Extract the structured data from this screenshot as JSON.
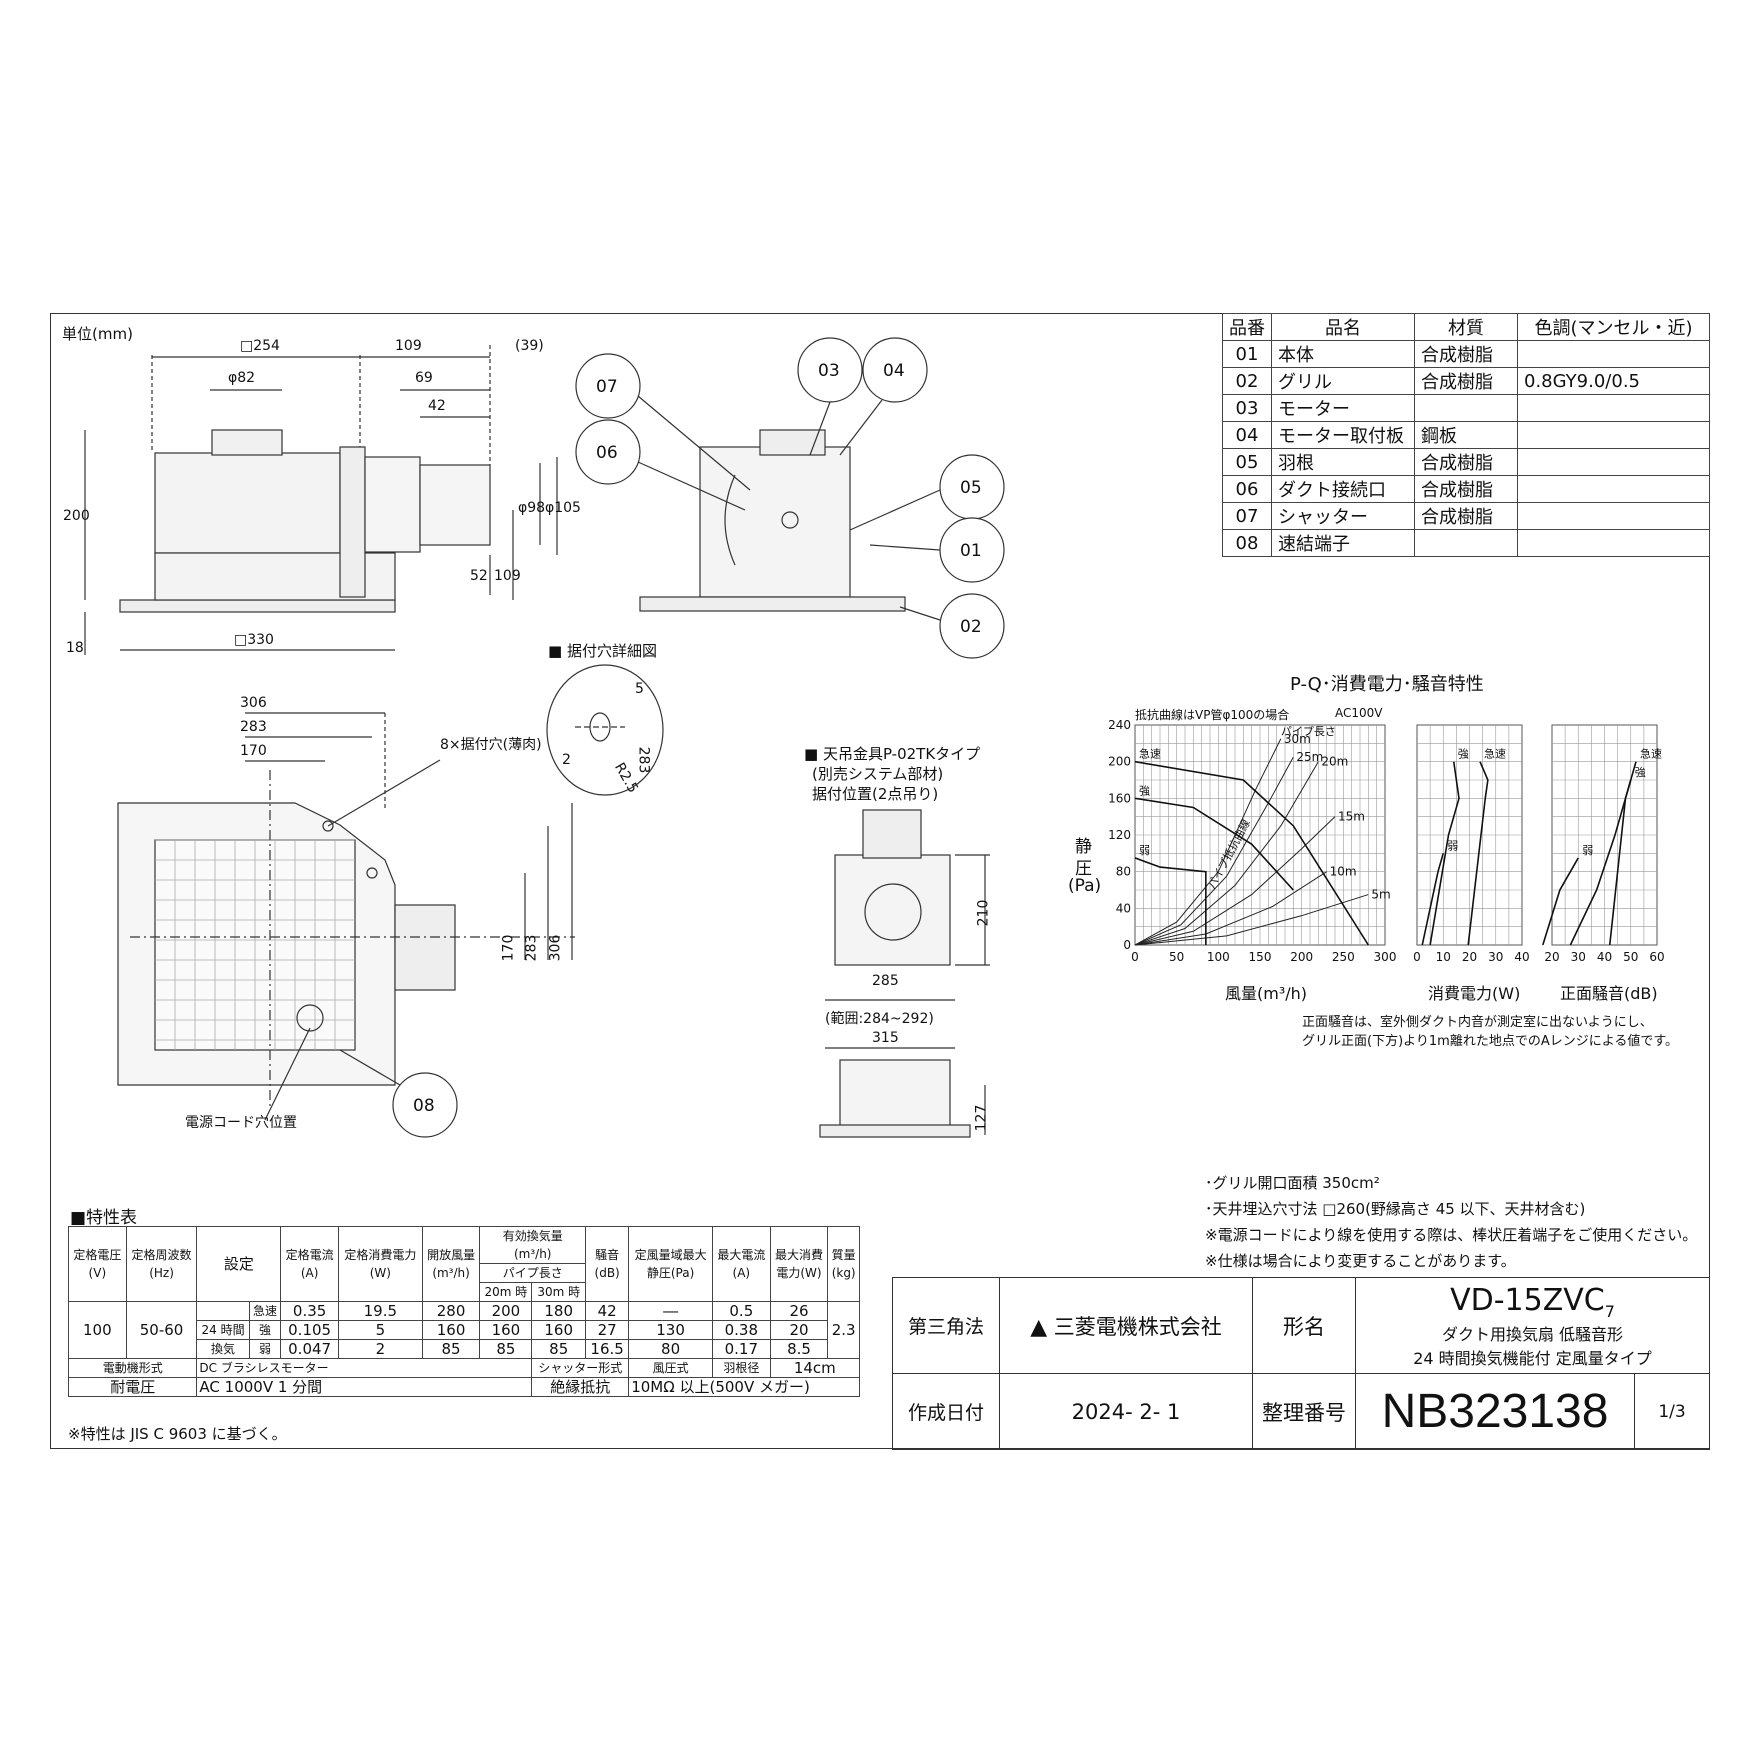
{
  "unit_label": "単位(mm)",
  "dimensions": {
    "top_view": [
      "□254",
      "109",
      "(39)",
      "φ82",
      "69",
      "42",
      "200",
      "φ98",
      "φ105",
      "52",
      "109",
      "18",
      "□330"
    ],
    "plan_view": [
      "306",
      "283",
      "170",
      "170",
      "283",
      "306"
    ],
    "mount_hole_note": "8×据付穴(薄肉)",
    "cord_hole": "電源コード穴位置",
    "hole_detail_title": "据付穴詳細図",
    "hole_detail": [
      "5",
      "2",
      "283",
      "R2.5"
    ],
    "hanger_title": "天吊金具P-02TKタイプ",
    "hanger_sub1": "(別売システム部材)",
    "hanger_sub2": "据付位置(2点吊り)",
    "hanger_dims": [
      "210",
      "285",
      "(範囲:284~292)",
      "315",
      "127"
    ]
  },
  "callouts": [
    "07",
    "03",
    "04",
    "06",
    "05",
    "01",
    "02",
    "08"
  ],
  "parts_table": {
    "headers": [
      "品番",
      "品名",
      "材質",
      "色調(マンセル・近)"
    ],
    "rows": [
      [
        "01",
        "本体",
        "合成樹脂",
        ""
      ],
      [
        "02",
        "グリル",
        "合成樹脂",
        "0.8GY9.0/0.5"
      ],
      [
        "03",
        "モーター",
        "",
        ""
      ],
      [
        "04",
        "モーター取付板",
        "鋼板",
        ""
      ],
      [
        "05",
        "羽根",
        "合成樹脂",
        ""
      ],
      [
        "06",
        "ダクト接続口",
        "合成樹脂",
        ""
      ],
      [
        "07",
        "シャッター",
        "合成樹脂",
        ""
      ],
      [
        "08",
        "速結端子",
        "",
        ""
      ]
    ]
  },
  "chart_title": "P-Q･消費電力･騒音特性",
  "chart_data": [
    {
      "type": "line",
      "note": "抵抗曲線はVP管φ100の場合",
      "voltage": "AC100V",
      "xlabel": "風量(m³/h)",
      "ylabel": [
        "静",
        "圧",
        "(Pa)"
      ],
      "xlim": [
        0,
        300
      ],
      "ylim": [
        0,
        240
      ],
      "x_ticks": [
        0,
        50,
        100,
        150,
        200,
        250,
        300
      ],
      "y_ticks": [
        0,
        40,
        80,
        120,
        160,
        200,
        240
      ],
      "series": [
        {
          "name": "急速",
          "points": [
            [
              0,
              200
            ],
            [
              130,
              180
            ],
            [
              190,
              130
            ],
            [
              280,
              0
            ]
          ]
        },
        {
          "name": "強",
          "points": [
            [
              0,
              160
            ],
            [
              70,
              150
            ],
            [
              140,
              110
            ],
            [
              190,
              60
            ]
          ]
        },
        {
          "name": "弱",
          "points": [
            [
              0,
              95
            ],
            [
              30,
              85
            ],
            [
              85,
              80
            ],
            [
              85,
              0
            ]
          ]
        }
      ],
      "resistance_label": "パイプ長さ",
      "resistance_curves": [
        {
          "name": "30m",
          "points": [
            [
              0,
              0
            ],
            [
              50,
              25
            ],
            [
              100,
              80
            ],
            [
              145,
              170
            ],
            [
              175,
              225
            ]
          ]
        },
        {
          "name": "25m",
          "points": [
            [
              0,
              0
            ],
            [
              55,
              22
            ],
            [
              110,
              75
            ],
            [
              160,
              155
            ],
            [
              190,
              205
            ]
          ]
        },
        {
          "name": "20m",
          "points": [
            [
              0,
              0
            ],
            [
              60,
              18
            ],
            [
              120,
              65
            ],
            [
              175,
              130
            ],
            [
              220,
              200
            ]
          ]
        },
        {
          "name": "15m",
          "points": [
            [
              0,
              0
            ],
            [
              70,
              15
            ],
            [
              140,
              55
            ],
            [
              200,
              105
            ],
            [
              240,
              140
            ]
          ]
        },
        {
          "name": "10m",
          "points": [
            [
              0,
              0
            ],
            [
              85,
              12
            ],
            [
              165,
              42
            ],
            [
              230,
              80
            ]
          ]
        },
        {
          "name": "5m",
          "points": [
            [
              0,
              0
            ],
            [
              110,
              10
            ],
            [
              200,
              32
            ],
            [
              280,
              55
            ]
          ]
        }
      ],
      "rotated_label": "パイプ抵抗曲線"
    },
    {
      "type": "line",
      "xlabel": "消費電力(W)",
      "xlim": [
        0,
        40
      ],
      "x_ticks": [
        0,
        10,
        20,
        30,
        40
      ],
      "series": [
        {
          "name": "急速",
          "points": [
            [
              24,
              200
            ],
            [
              27,
              180
            ],
            [
              26,
              160
            ],
            [
              19.5,
              0
            ]
          ]
        },
        {
          "name": "強",
          "points": [
            [
              14,
              200
            ],
            [
              16,
              160
            ],
            [
              12,
              120
            ],
            [
              5,
              0
            ]
          ]
        },
        {
          "name": "弱",
          "points": [
            [
              10,
              100
            ],
            [
              8,
              80
            ],
            [
              2,
              0
            ]
          ]
        }
      ]
    },
    {
      "type": "line",
      "xlabel": "正面騒音(dB)",
      "xlim": [
        20,
        60
      ],
      "x_ticks": [
        20,
        30,
        40,
        50,
        60
      ],
      "series": [
        {
          "name": "急速",
          "points": [
            [
              52,
              200
            ],
            [
              48,
              160
            ],
            [
              42,
              0
            ]
          ]
        },
        {
          "name": "強",
          "points": [
            [
              50,
              180
            ],
            [
              44,
              120
            ],
            [
              37,
              60
            ],
            [
              27,
              0
            ]
          ]
        },
        {
          "name": "弱",
          "points": [
            [
              30,
              95
            ],
            [
              23,
              60
            ],
            [
              16.5,
              0
            ]
          ]
        }
      ]
    }
  ],
  "chart_footnote": [
    "正面騒音は、室外側ダクト内音が測定室に出ないようにし、",
    "グリル正面(下方)より1m離れた地点でのAレンジによる値です。"
  ],
  "notes": [
    "･グリル開口面積 350cm²",
    "･天井埋込穴寸法 □260(野縁高さ 45 以下、天井材含む)",
    "※電源コードにより線を使用する際は、棒状圧着端子をご使用ください。",
    "※仕様は場合により変更することがあります。"
  ],
  "spec_title": "■特性表",
  "spec": {
    "h": {
      "v": "定格電圧",
      "v_u": "(V)",
      "hz": "定格周波数",
      "hz_u": "(Hz)",
      "set": "設定",
      "a": "定格電流",
      "a_u": "(A)",
      "w": "定格消費電力",
      "w_u": "(W)",
      "open": "開放風量",
      "open_u": "(m³/h)",
      "eff": "有効換気量",
      "eff_u": "(m³/h)",
      "pipe": "パイプ長さ",
      "p20": "20m 時",
      "p30": "30m 時",
      "db": "騒音",
      "db_u": "(dB)",
      "pa": "定風量域最大",
      "pa_u": "静圧(Pa)",
      "ma": "最大電流",
      "ma_u": "(A)",
      "mw": "最大消費",
      "mw_u": "電力(W)",
      "kg": "質量",
      "kg_u": "(kg)"
    },
    "v": "100",
    "hz": "50-60",
    "mode_group": "24 時間",
    "mode_group2": "換気",
    "kg": "2.3",
    "rows": [
      [
        "急速",
        "0.35",
        "19.5",
        "280",
        "200",
        "180",
        "42",
        "―",
        "0.5",
        "26"
      ],
      [
        "強",
        "0.105",
        "5",
        "160",
        "160",
        "160",
        "27",
        "130",
        "0.38",
        "20"
      ],
      [
        "弱",
        "0.047",
        "2",
        "85",
        "85",
        "85",
        "16.5",
        "80",
        "0.17",
        "8.5"
      ]
    ],
    "motor_label": "電動機形式",
    "motor": "DC ブラシレスモーター",
    "shutter_label": "シャッター形式",
    "shutter": "風圧式",
    "blade_label": "羽根径",
    "blade": "14cm",
    "withstand_label": "耐電圧",
    "withstand": "AC 1000V 1 分間",
    "insul_label": "絶縁抵抗",
    "insul": "10MΩ 以上(500V メガー)",
    "footnote": "※特性は JIS C 9603 に基づく。"
  },
  "title_block": {
    "projection": "第三角法",
    "company": "三菱電機株式会社",
    "model_label": "形名",
    "model": "VD-15ZVC",
    "model_sub": "7",
    "desc1": "ダクト用換気扇 低騒音形",
    "desc2": "24 時間換気機能付 定風量タイプ",
    "date_label": "作成日付",
    "date": "2024- 2- 1",
    "number_label": "整理番号",
    "number": "NB323138",
    "page": "1/3"
  }
}
